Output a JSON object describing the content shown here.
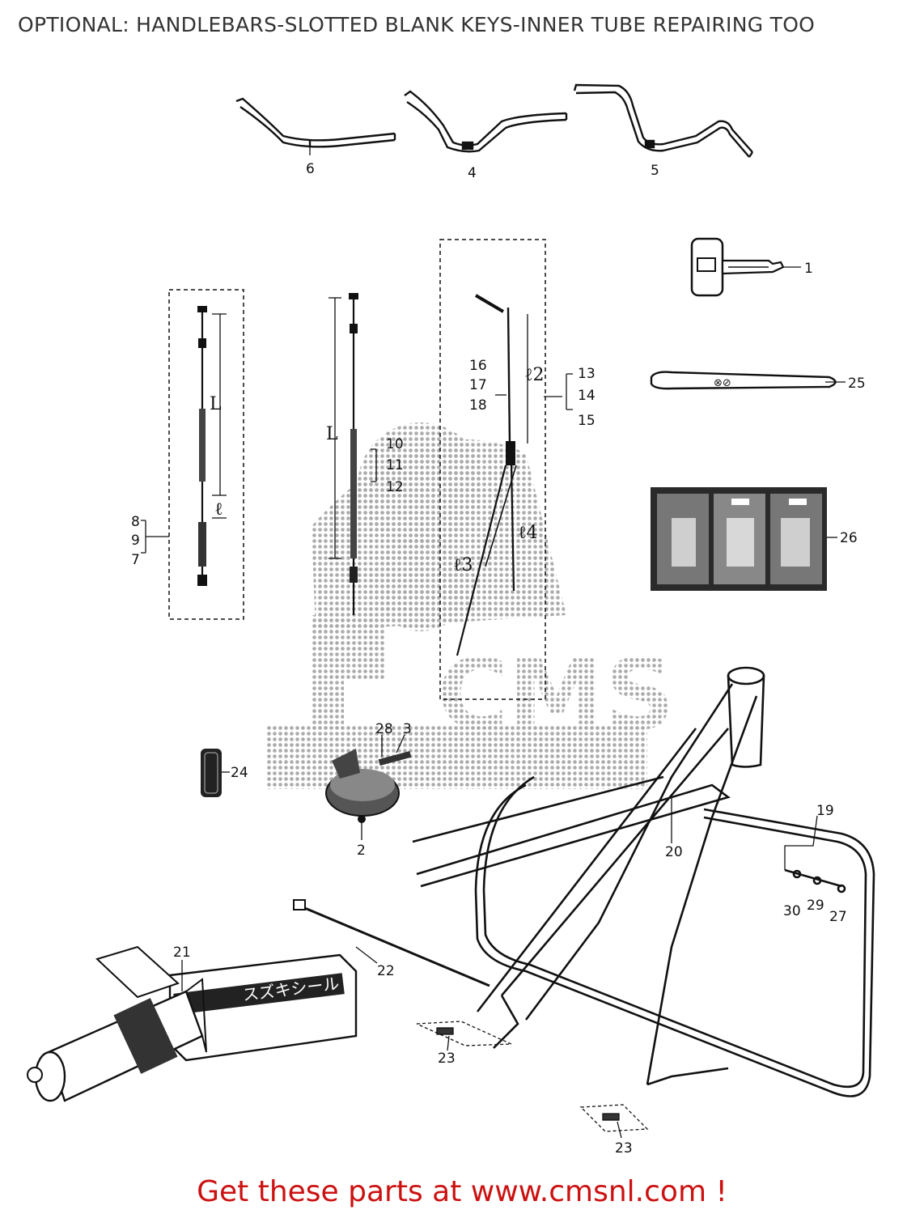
{
  "title": "OPTIONAL: HANDLEBARS-SLOTTED BLANK KEYS-INNER TUBE REPAIRING TOO",
  "footer": "Get these parts at www.cmsnl.com !",
  "watermark": {
    "text": "CMS",
    "color": "#9a9a9a"
  },
  "colors": {
    "footer": "#cc1111",
    "title": "#333333",
    "line": "#111111"
  },
  "dimension_labels": {
    "L": "L",
    "l": "ℓ",
    "l2": "ℓ2",
    "l3": "ℓ3",
    "l4": "ℓ4"
  },
  "kit_text": "スズキシール",
  "callouts": [
    "6",
    "4",
    "5",
    "1",
    "16",
    "17",
    "18",
    "13",
    "14",
    "15",
    "25",
    "8",
    "9",
    "7",
    "10",
    "11",
    "12",
    "26",
    "28",
    "3",
    "24",
    "2",
    "19",
    "20",
    "30",
    "29",
    "27",
    "21",
    "22",
    "23",
    "23"
  ]
}
